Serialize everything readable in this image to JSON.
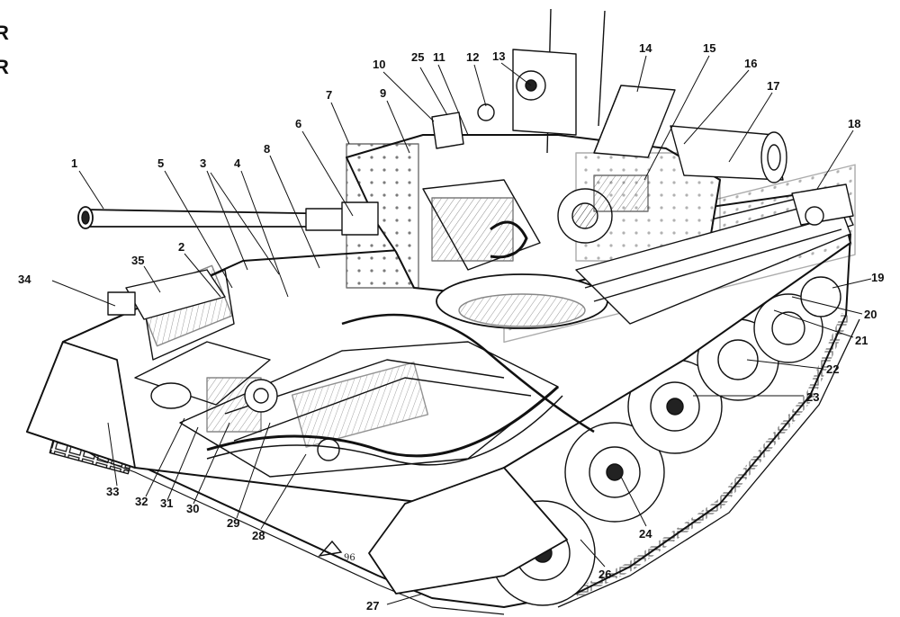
{
  "edge_text": [
    "R",
    "R"
  ],
  "signature": "96",
  "callouts": [
    {
      "id": "1",
      "label": "1"
    },
    {
      "id": "2",
      "label": "2"
    },
    {
      "id": "3",
      "label": "3"
    },
    {
      "id": "4",
      "label": "4"
    },
    {
      "id": "5",
      "label": "5"
    },
    {
      "id": "6",
      "label": "6"
    },
    {
      "id": "7",
      "label": "7"
    },
    {
      "id": "8",
      "label": "8"
    },
    {
      "id": "9",
      "label": "9"
    },
    {
      "id": "10",
      "label": "10"
    },
    {
      "id": "11",
      "label": "11"
    },
    {
      "id": "12",
      "label": "12"
    },
    {
      "id": "13",
      "label": "13"
    },
    {
      "id": "14",
      "label": "14"
    },
    {
      "id": "15",
      "label": "15"
    },
    {
      "id": "16",
      "label": "16"
    },
    {
      "id": "17",
      "label": "17"
    },
    {
      "id": "18",
      "label": "18"
    },
    {
      "id": "19",
      "label": "19"
    },
    {
      "id": "20",
      "label": "20"
    },
    {
      "id": "21",
      "label": "21"
    },
    {
      "id": "22",
      "label": "22"
    },
    {
      "id": "23",
      "label": "23"
    },
    {
      "id": "24",
      "label": "24"
    },
    {
      "id": "25",
      "label": "25"
    },
    {
      "id": "26",
      "label": "26"
    },
    {
      "id": "27",
      "label": "27"
    },
    {
      "id": "28",
      "label": "28"
    },
    {
      "id": "29",
      "label": "29"
    },
    {
      "id": "30",
      "label": "30"
    },
    {
      "id": "31",
      "label": "31"
    },
    {
      "id": "32",
      "label": "32"
    },
    {
      "id": "33",
      "label": "33"
    },
    {
      "id": "34",
      "label": "34"
    },
    {
      "id": "35",
      "label": "35"
    }
  ]
}
